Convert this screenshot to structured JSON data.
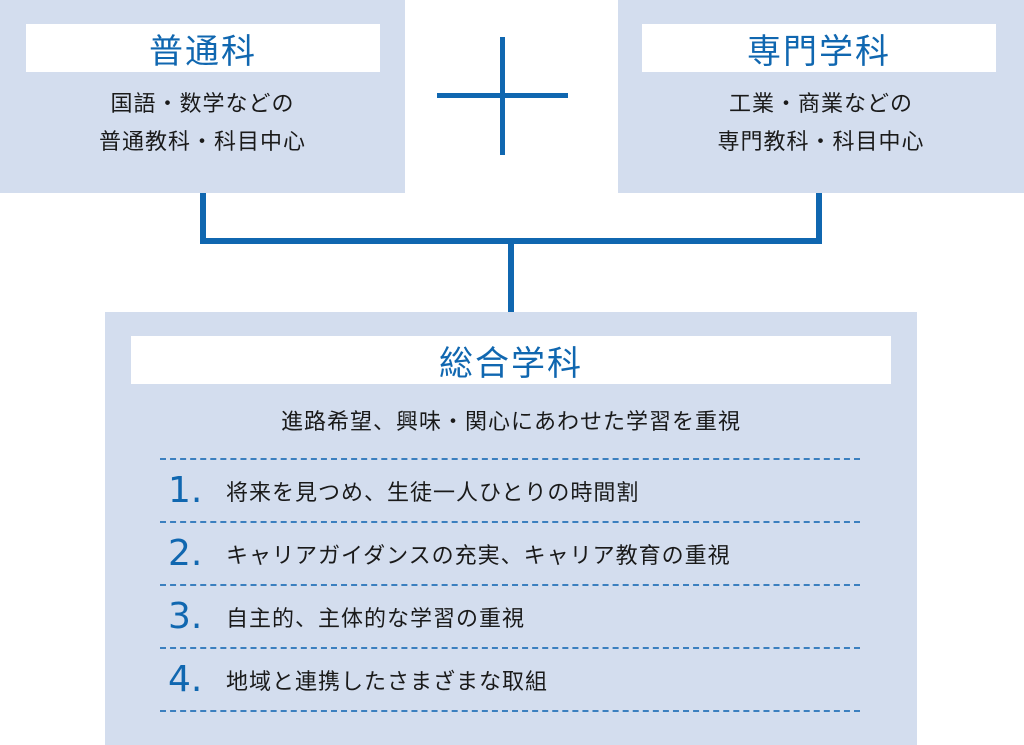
{
  "general": {
    "title": "普通科",
    "desc_line1": "国語・数学などの",
    "desc_line2": "普通教科・科目中心"
  },
  "specialized": {
    "title": "専門学科",
    "desc_line1": "工業・商業などの",
    "desc_line2": "専門教科・科目中心"
  },
  "comprehensive": {
    "title": "総合学科",
    "intro": "進路希望、興味・関心にあわせた学習を重視",
    "items": [
      {
        "num": "1.",
        "text": "将来を見つめ、生徒一人ひとりの時間割"
      },
      {
        "num": "2.",
        "text": "キャリアガイダンスの充実、キャリア教育の重視"
      },
      {
        "num": "3.",
        "text": "自主的、主体的な学習の重視"
      },
      {
        "num": "4.",
        "text": "地域と連携したさまざまな取組"
      }
    ]
  },
  "colors": {
    "accent": "#1067b0",
    "box": "#d3ddee"
  }
}
